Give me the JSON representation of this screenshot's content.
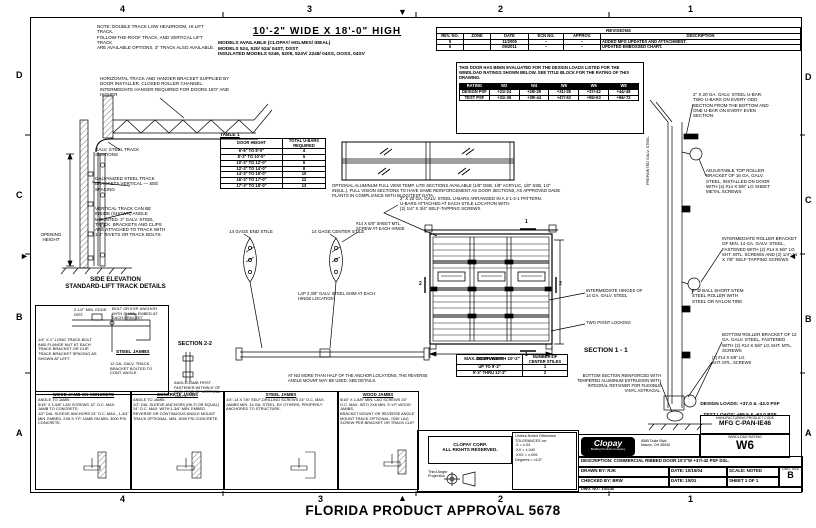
{
  "icons": {
    "marker_down": "▼",
    "marker_up": "▲",
    "marker_left": "◄",
    "marker_right": "►",
    "third_angle": "⊕"
  },
  "zones": {
    "cols": [
      "4",
      "3",
      "2",
      "1"
    ],
    "rows": [
      "D",
      "C",
      "B",
      "A"
    ]
  },
  "footer": "FLORIDA PRODUCT APPROVAL 5678",
  "top_note": "NOTE: DOUBLE TRACK LOW HEADROOM, HI-LIFT TRACK,\nFOLLOW-THE-ROOF TRACK, AND VERTICAL LIFT TRACK\nARE AVAILABLE OPTIONS. 3\" TRACK ALSO AVAILABLE.",
  "title": "10'-2\" WIDE X 18'-0\" HIGH",
  "models": "MODELS AVAILABLE (CLOPAY/ HOLMES/ IDEAL)\nMODELS 524, 520/ 524/ 04ST, DSST\nINSULATED MODELS 5246, 5205, 524V/ 2248/ 04SS, OOSS, 04SV",
  "revisions": {
    "title": "REVISIONS",
    "headers": [
      "REV. NO.",
      "ZONE",
      "DATE",
      "ECN NO.",
      "APPROV.",
      "DESCRIPTION"
    ],
    "rows": [
      [
        "5",
        "",
        "11/2005",
        "–",
        "–",
        "ADDED MFG UPDATES AND ATTACHMENT."
      ],
      [
        "6",
        "",
        "09/2011",
        "–",
        "–",
        "UPDATED EMBOSSED CHART."
      ]
    ]
  },
  "wind_note": {
    "text": "THIS DOOR HAS BEEN EVALUATED FOR THE DESIGN LOADS LISTED FOR THE WINDLOAD RATINGS SHOWN BELOW. SEE TITLE BLOCK FOR THE RATING OF THIS DRAWING.",
    "headers": [
      "RATING",
      "W2",
      "W4",
      "W5",
      "W6",
      "W8"
    ],
    "rows": [
      [
        "DESIGN PSF",
        "+21/-24",
        "+26/-29",
        "+31/-35",
        "+37/-42",
        "+44/-48"
      ],
      [
        "TEST PSF",
        "+31/-36",
        "+39/-44",
        "+47/-53",
        "+55/-63",
        "+66/-72"
      ]
    ]
  },
  "left_col": {
    "horiz_track": "HORIZONTAL TRACK AND HANGER BRACKET SUPPLIED BY DOOR INSTALLER. CLOSED ROLLER CHANNEL. INTERMEDIATE HANGER REQUIRED FOR DOORS 16'0\" AND HIGHER",
    "track_section": "GALV. STEEL TRACK SECTIONS",
    "track_brackets": "GALVANIZED STEEL TRACK BRACKETS VERTICAL — SEE SPACING",
    "vertical_track": "VERTICAL TRACK CAN BE INSIDE (SHOWN) ANGLE MOUNTED. 2\" GALV. STEEL TRACK. BRACKETS AND CLIPS ARE ATTACHED TO TRACK WITH 1/4\" RIVETS OR TRACK BOLTS.",
    "opening_height": "OPENING\nHEIGHT",
    "caption": "SIDE ELEVATION\nSTANDARD-LIFT TRACK DETAILS"
  },
  "table1": {
    "title": "TABLE 1",
    "col1": "DOOR HEIGHT",
    "col2": "TOTAL U-BARS REQUIRED",
    "rows": [
      [
        "6'-6\" TO 8'-0\"",
        "4"
      ],
      [
        "8'-3\" TO 10'-0\"",
        "5"
      ],
      [
        "10'-3\" TO 12'-0\"",
        "6"
      ],
      [
        "12'-3\" TO 14'-0\"",
        "8"
      ],
      [
        "14'-3\" TO 16'-0\"",
        "10"
      ],
      [
        "16'-3\" TO 17'-0\"",
        "12"
      ],
      [
        "17'-3\" TO 18'-0\"",
        "13"
      ]
    ]
  },
  "lite_note": "OPTIONAL ALUMINUM FULL VIEW TEMP. LITE SECTIONS AVAILABLE (1/8\" DSB, 1/8\" ACRYLIC, 1/8\" SSB, 1/2\" INSUL.). FULL VISION SECTIONS TO HAVE SAME REINFORCEMENT AS DOOR SECTIONS, AS APPROVED DADE PLANTS IN COMPLIANCE WITH BLDG/TEST DATA.",
  "ubar_callout": "2\" X 20 GA. GALV. STEEL U-BARS ARRANGED IN A 2-1-2-1 PATTERN.\nU-BARS ATTACHED AT EACH STILE LOCATION WITH\n(2) 1/4\" X 3/4\" SELF-TAPPING SCREWS",
  "stiles": {
    "end_label": "14 GAGE END STILE",
    "center_label": "14 GAGE CENTER STILE",
    "screw_note": "#14 X 5/8\" SHEET MTL. SCREW AT EACH HINGE",
    "shim_note": "LAP 2 3/8\" GALV. STEEL SHIM AT EACH HINGE LOCATION",
    "section22": "SECTION 2-2",
    "fastener_note": "ANGLE/JAMB FIRST FASTENER WITHIN 6\" OF EACH END OF VERTICAL TRACK."
  },
  "elevation": {
    "label_hinges": "INTERMEDIATE HINGES OF 14 GA. GALV. STEEL",
    "label_lock": "TWO POINT LOCKING",
    "dim_width": "MAX. DOOR WIDTH 10'-2\"",
    "section11": "SECTION 1 - 1",
    "marker1": "1",
    "marker2": "2"
  },
  "center_tables": {
    "stile_table": {
      "col1": "DOOR WIDTH",
      "col2": "NUMBER OF CENTER STILES",
      "rows": [
        [
          "UP TO 9'-2\"",
          "1"
        ],
        [
          "9'-3\" THRU 12'-2\"",
          "2"
        ]
      ]
    },
    "anchor_note": "AT NO MORE THAN HALF OF THE ANCHOR LOCATIONS, THE REVERSE ANGLE MOUNT MAY BE USED. SEE DETAILS.",
    "reinforce_note": "BOTTOM SECTION REINFORCED WITH TEMPERED ALUMINUM EXTRUSION WITH INTEGRAL RETAINER FOR FLEXIBLE VINYL ASTRAGAL.",
    "bracket_screws": "(2) #14 X 5/8\" LG\nSHT. MTL. SCREWS"
  },
  "right_col": {
    "rotated": "PREPAINTED GALV. STEEL",
    "ubar": "2\" X 20 GA. GALV. STEEL U-BAR. TWO U-BARS ON EVERY ODD SECTION FROM THE BOTTOM AND ONE U-BAR ON EVERY EVEN SECTION.",
    "top_bracket": "ADJUSTABLE TOP ROLLER BRACKET OF 16 GA. GALV. STEEL, INSTALLED ON DOOR WITH (4) #14 X 5/8\" LG SHEET METAL SCREWS",
    "intermediate": "INTERMEDIATE ROLLER BRACKET OF MIN. 14 GA. GALV. STEEL, FASTENED WITH (2) #14 X 5/8\" LG SHT. MTL. SCREWS AND (2) 1/4\"-14 X 7/8\" SELF-TAPPING SCREWS",
    "roller": "2\" Ø BALL SHORT STEM STEEL ROLLER WITH STEEL OR NYLON TIRE",
    "bottom_bracket": "BOTTOM ROLLER BRACKET OF 12 GA. GALV. STEEL, FASTENED WITH (2) #14 X 5/8\" LG SHT. MTL. SCREWS"
  },
  "steel_jamb_box": {
    "dim": "2-1/2\" MIN. EDGE DIST.",
    "anchor": "BOLT OR EXP. ANCHOR WITH 2\" MIN. EMBED AT EACH BRACKET",
    "bolts": "1/4\" X 1\" LONG TRACK BOLT AND FLANGE NUT AT EACH TRACK BRACKET OR CLIP. TRACK BRACKET SPACING AS SHOWN AT LEFT.",
    "title": "STEEL JAMBS",
    "bracket": "12 GA. GALV. TRACK BRACKET BOLTED TO CONT. ANGLE"
  },
  "jamb_boxes": [
    {
      "title": "WOOD JAMB ON CONCRETE",
      "body": "ANGLE TO JAMB:\n5/16\" X 1-5/8\" LAG SCREWS 12\" O.C. MAX.\nJAMB TO CONCRETE:\n1/2\" DIA. SLEEVE ANCHORS 24\" O.C. MAX., 1-3/4\" MIN. EMBED. 2X6 S.Y.P. JAMB ON MIN. 3000 PSI CONCRETE."
    },
    {
      "title": "CONCRETE JAMBS",
      "body": "ANGLE TO JAMB:\n1/2\" DIA. SLEEVE ANCHORS (HILTI OR EQUAL) 24\" O.C. MAX. WITH 1-3/4\" MIN. EMBED.\nREVERSE OR CONTINUOUS ANGLE MOUNT TRACK OPTIONAL. MIN. 3000 PSI CONCRETE."
    },
    {
      "title": "STEEL JAMBS",
      "body": "1/4\"-14 X 7/8\" SELF-DRILLING SCREWS 24\" O.C. MAX.\nJAMBS MIN. 14 GA. STEEL, BY OTHERS, PROPERLY ANCHORED TO STRUCTURE."
    },
    {
      "title": "WOOD JAMBS",
      "body": "5/16\" X 1-5/8\" MIN. LAG SCREWS 24\" O.C. MAX. INTO 2X6 MIN. S.Y.P. WOOD JAMBS.\nBRACKET MOUNT OR REVERSE ANGLE MOUNT TRACK OPTIONAL. ONE LAG SCREW PER BRACKET OR TRACK CLIP."
    }
  ],
  "tb": {
    "design_loads": "DESIGN LOADS: +37.0 & -42.0 PSF",
    "test_loads": "TEST LOADS: +55.5 & -63.0 PSF",
    "product_code_label": "MANUFACTURING PRODUCT CODE",
    "product_code": "MFG C-PAN-IE46",
    "windload_label": "WINDLOAD RATING",
    "windload": "W6",
    "company": "Clopay",
    "company_sub": "Building Products Company",
    "address": "8585 Duke Blvd.\nMason, OH 45040",
    "description": "DESCRIPTION: COMMERCIAL RIBBED DOOR 10'2\"W +37/-42 PSF DSL.",
    "drawn": "DRAWN BY: RJK",
    "date1": "DATE: 10/15/04",
    "scale": "SCALE: NOTED",
    "size_label": "DWG. SIZE",
    "size": "B",
    "checked": "CHECKED BY: BRW",
    "date2": "DATE: 10/01",
    "sheet": "SHEET 1 OF 1",
    "dwg_no": "DWG. NO.: 102146",
    "copyright": "CLOPAY CORP.\nALL RIGHTS RESERVED.",
    "third_angle": "Third Angle\nProjection",
    "tolerances": "Unless Noted Otherwise\nTOLERANCES on:\n.X = ±.04\n.XX = ±.040\n.XXX = ±.005\nDegrees = ±1/2°"
  }
}
